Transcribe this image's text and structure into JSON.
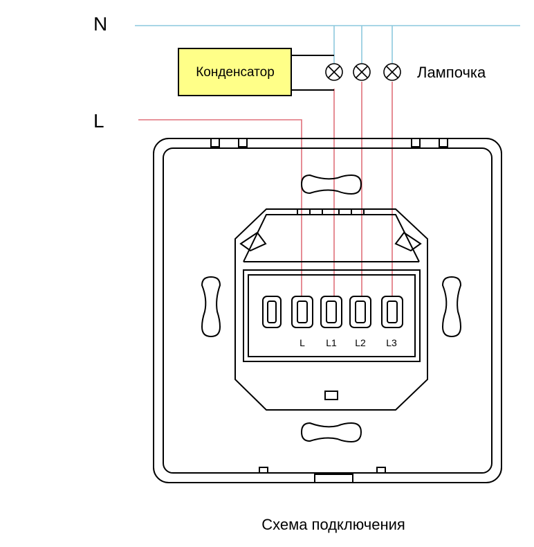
{
  "labels": {
    "neutral": "N",
    "line": "L",
    "capacitor": "Конденсатор",
    "lamp": "Лампочка",
    "caption": "Схема подключения"
  },
  "terminals": [
    "L",
    "L1",
    "L2",
    "L3"
  ],
  "colors": {
    "neutral_wire": "#8cc8dd",
    "live_wire": "#e0707a",
    "capacitor_fill": "#ffff88",
    "outline": "#000000"
  },
  "icons": [
    "lamp-icon",
    "lamp-icon",
    "lamp-icon",
    "capacitor-icon"
  ]
}
